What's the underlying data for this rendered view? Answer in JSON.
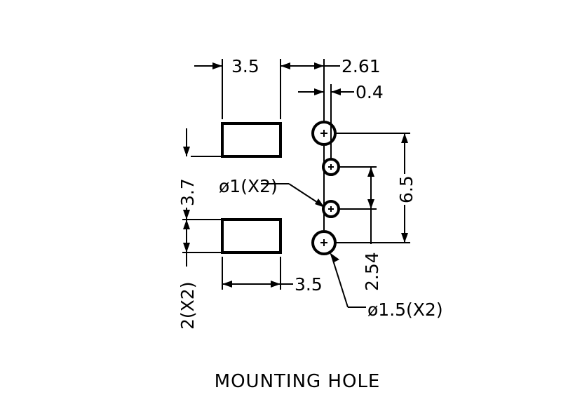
{
  "drawing": {
    "title": "MOUNTING HOLE",
    "dims": {
      "pad_width_top": "3.5",
      "pad_to_hole": "2.61",
      "hole_offset": "0.4",
      "pad_pitch": "3.7",
      "pad_height": "2(X2)",
      "pad_width_bottom": "3.5",
      "big_hole_pitch": "6.5",
      "small_hole_pitch": "2.54",
      "small_hole_dia": "ø1(X2)",
      "big_hole_dia": "ø1.5(X2)"
    }
  }
}
